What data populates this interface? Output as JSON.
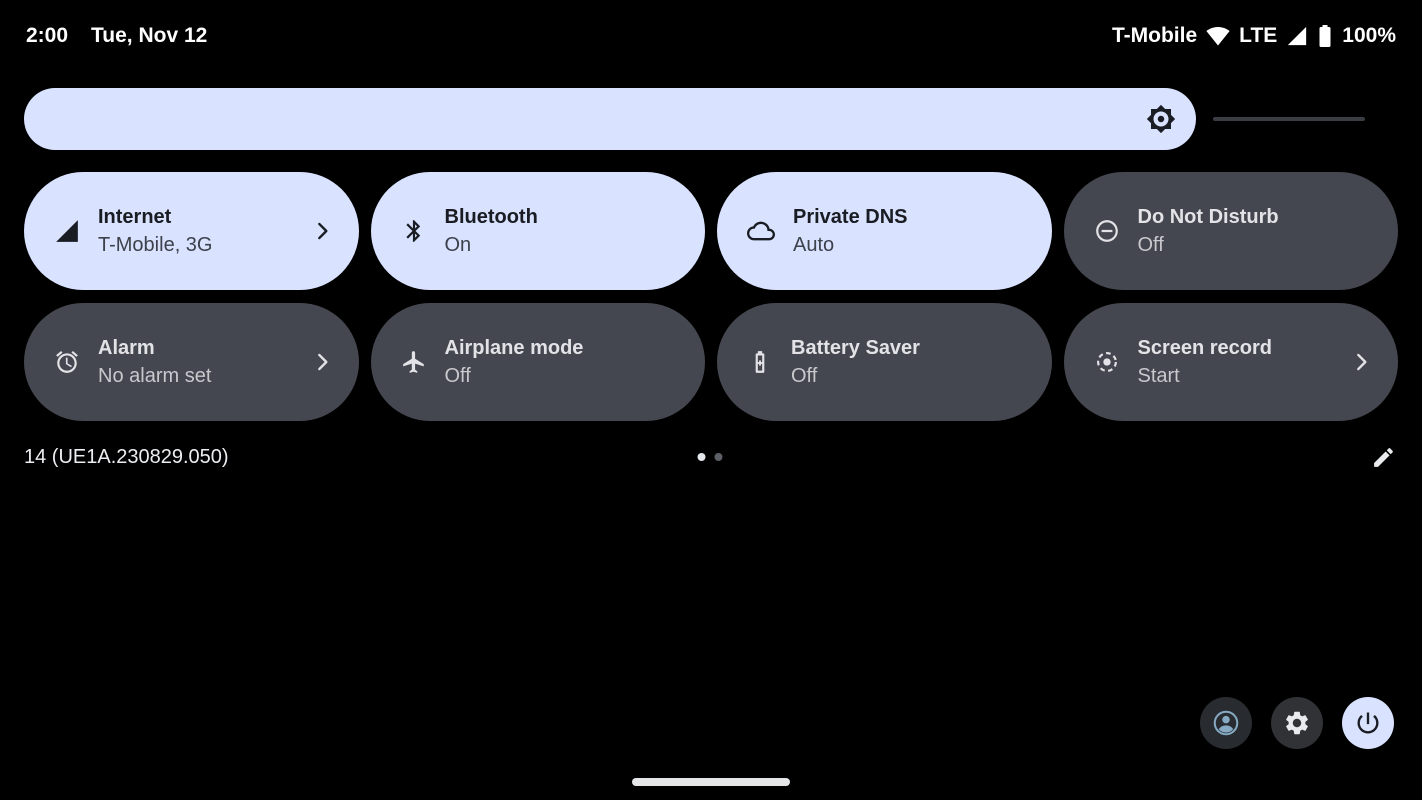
{
  "status_bar": {
    "time": "2:00",
    "date": "Tue, Nov 12",
    "carrier": "T-Mobile",
    "network_type": "LTE",
    "battery": "100%",
    "icons": [
      "wifi-icon",
      "cellular-signal-icon",
      "battery-icon"
    ]
  },
  "brightness": {
    "icon": "brightness-icon",
    "level_percent": 87
  },
  "tiles": [
    {
      "title": "Internet",
      "subtitle": "T-Mobile, 3G",
      "state": "active",
      "icon": "mobile-data-icon",
      "chevron": true
    },
    {
      "title": "Bluetooth",
      "subtitle": "On",
      "state": "active",
      "icon": "bluetooth-icon",
      "chevron": false
    },
    {
      "title": "Private DNS",
      "subtitle": "Auto",
      "state": "active",
      "icon": "cloud-icon",
      "chevron": false
    },
    {
      "title": "Do Not Disturb",
      "subtitle": "Off",
      "state": "inactive",
      "icon": "do-not-disturb-icon",
      "chevron": false
    },
    {
      "title": "Alarm",
      "subtitle": "No alarm set",
      "state": "inactive",
      "icon": "alarm-icon",
      "chevron": true
    },
    {
      "title": "Airplane mode",
      "subtitle": "Off",
      "state": "inactive",
      "icon": "airplane-icon",
      "chevron": false
    },
    {
      "title": "Battery Saver",
      "subtitle": "Off",
      "state": "inactive",
      "icon": "battery-saver-icon",
      "chevron": false
    },
    {
      "title": "Screen record",
      "subtitle": "Start",
      "state": "inactive",
      "icon": "screen-record-icon",
      "chevron": true
    }
  ],
  "footer": {
    "build_number": "14 (UE1A.230829.050)",
    "page_count": 2,
    "active_page": 1,
    "edit_icon": "pencil-icon"
  },
  "bottom_buttons": [
    "user-switcher-button",
    "settings-button",
    "power-button"
  ],
  "colors": {
    "background": "#000000",
    "tile_active_bg": "#d9e2ff",
    "tile_active_fg": "#191c22",
    "tile_inactive_bg": "#44474f",
    "tile_inactive_fg": "#e3e3e7",
    "user_icon": "#86aac3"
  }
}
